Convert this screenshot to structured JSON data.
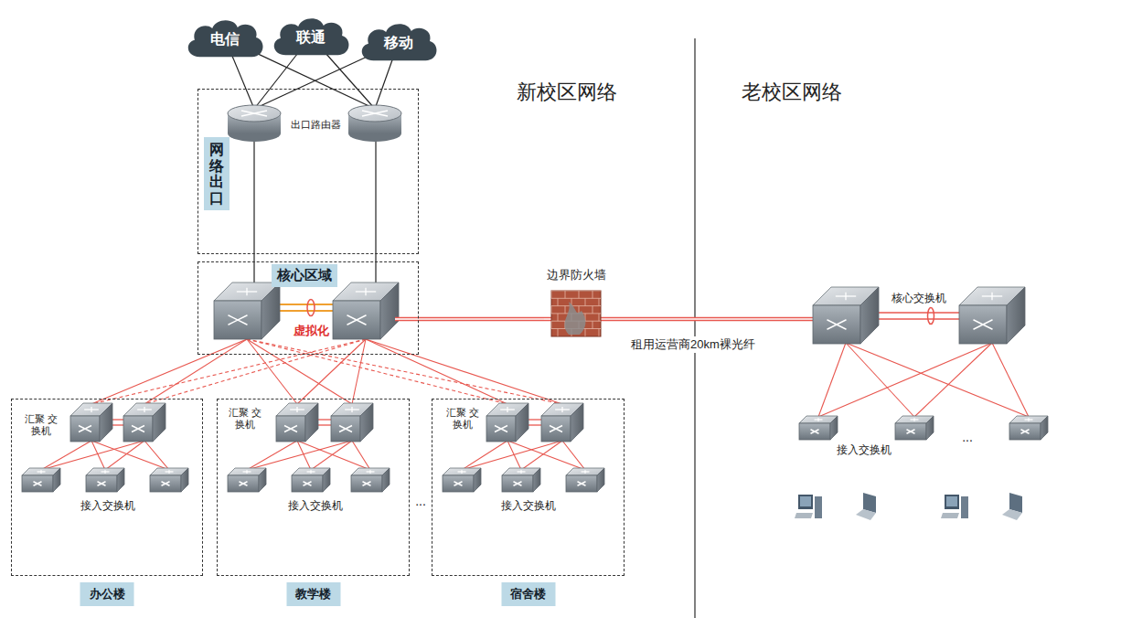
{
  "diagram": {
    "nodes": [
      {
        "text": [
          "电信"
        ]
      },
      {
        "text": [
          "联通"
        ]
      },
      {
        "text": [
          "移动"
        ]
      },
      {
        "text": [
          "网络出口"
        ]
      },
      {
        "text": [
          "核心区域"
        ]
      },
      {
        "text": [
          "边界防火墙"
        ]
      },
      {
        "text": [
          "办公楼"
        ]
      },
      {
        "text": [
          "教学楼"
        ]
      },
      {
        "text": [
          "宿舍楼"
        ]
      }
    ],
    "edges": [
      {
        "from": 4,
        "to": 5,
        "arrow": "none"
      }
    ],
    "labels": [
      "新校区网络",
      "老校区网络",
      "出口路由器",
      "虚拟化",
      "租用运营商20km裸光纤",
      "汇聚 交换机",
      "接入交换机",
      "汇聚 交换机",
      "接入交换机",
      "...",
      "汇聚 交换机",
      "接入交换机",
      "核心交换机",
      "接入交换机",
      "..."
    ]
  }
}
